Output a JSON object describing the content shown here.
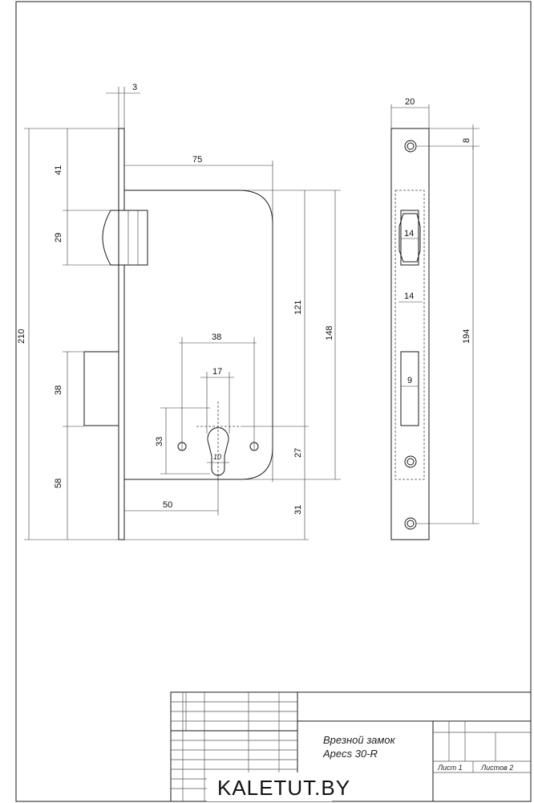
{
  "dimensions": {
    "d3": "3",
    "d75": "75",
    "d41": "41",
    "d29": "29",
    "d210": "210",
    "d121": "121",
    "d148": "148",
    "d38h": "38",
    "d17": "17",
    "d38": "38",
    "d33": "33",
    "d10": "10",
    "d27": "27",
    "d58": "58",
    "d50": "50",
    "d31": "31",
    "d20": "20",
    "d8": "8",
    "d14a": "14",
    "d14b": "14",
    "d194": "194",
    "d9": "9"
  },
  "title_block": {
    "title_line1": "Врезной замок",
    "title_line2": "Apecs 30-R",
    "sheet": "Лист 1",
    "sheets": "Листов 2"
  },
  "watermark": "KALETUT.BY"
}
